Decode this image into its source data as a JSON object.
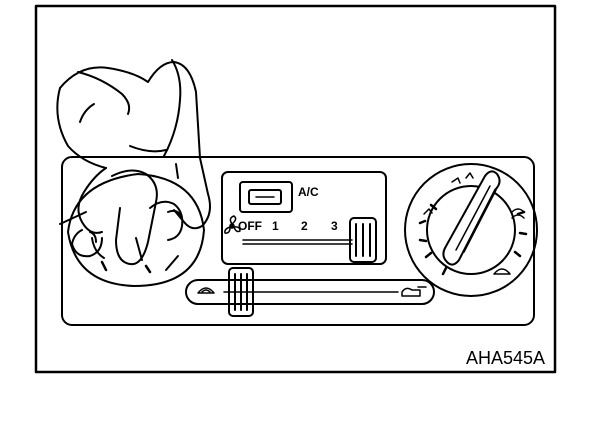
{
  "illustration": {
    "subject": "hand turning left control dial on heater and air-conditioner control panel",
    "reference_code": "AHA545A",
    "panel": {
      "ac_button_label": "A/C",
      "fan_speed_labels": [
        "OFF",
        "1",
        "2",
        "3"
      ]
    },
    "icons": [
      "fan-icon",
      "recirculate-air-icon",
      "fresh-air-icon",
      "vent-icon",
      "defrost-icon"
    ],
    "colors": {
      "ink": "#000000",
      "paper": "#ffffff"
    }
  }
}
